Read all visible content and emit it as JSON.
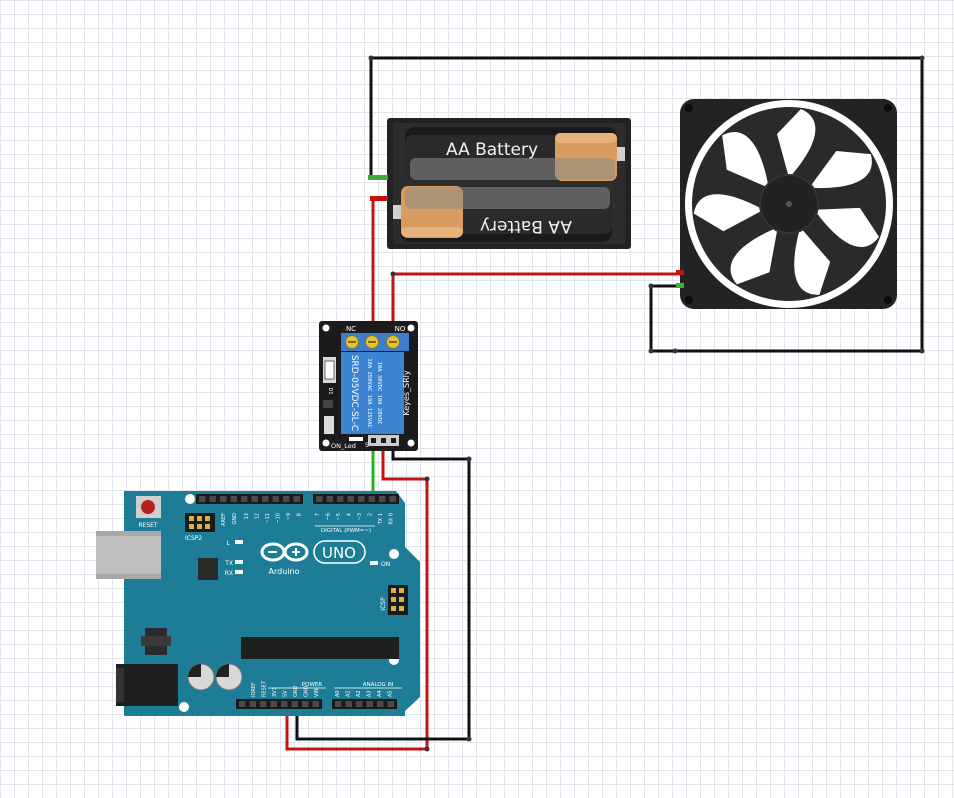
{
  "battery": {
    "cell_top_label": "AA Battery",
    "cell_bottom_label": "AA Battery"
  },
  "relay": {
    "pin_nc": "NC",
    "pin_no": "NO",
    "model": "SRD-05VDC-SL-C",
    "rating_1": "10A 250VAC  10A 125VAC",
    "rating_2": "10A 30VDC  10A 28VDC",
    "brand": "Keyes_SRly",
    "led_label": "ON_Led",
    "pin_s": "S",
    "d1_label": "D1"
  },
  "arduino": {
    "reset_label": "RESET",
    "icsp2_label": "ICSP2",
    "icsp_label": "ICSP",
    "led_l": "L",
    "led_tx": "TX",
    "led_rx": "RX",
    "led_on": "ON",
    "uno_label": "UNO",
    "brand": "Arduino",
    "digital_label": "DIGITAL (PWM=~)",
    "aref_label": "AREF",
    "gnd_label": "GND",
    "digital_pins": [
      "13",
      "12",
      "~11",
      "~10",
      "~9",
      "8",
      "7",
      "~6",
      "~5",
      "4",
      "~3",
      "2",
      "TX 1",
      "RX 0"
    ],
    "power_label": "POWER",
    "power_pins": [
      "IOREF",
      "RESET",
      "3V3",
      "5V",
      "GND",
      "GND",
      "VIN"
    ],
    "analog_label": "ANALOG IN",
    "analog_pins": [
      "A0",
      "A1",
      "A2",
      "A3",
      "A4",
      "A5"
    ]
  },
  "colors": {
    "wire_black": "#111111",
    "wire_red": "#c41313",
    "wire_green": "#1eb81e",
    "arduino_board": "#1d7d96",
    "relay_board": "#1b1b1b",
    "relay_body": "#3d84d0",
    "battery_gold": "#d79c5e",
    "fan_body": "#232323"
  }
}
